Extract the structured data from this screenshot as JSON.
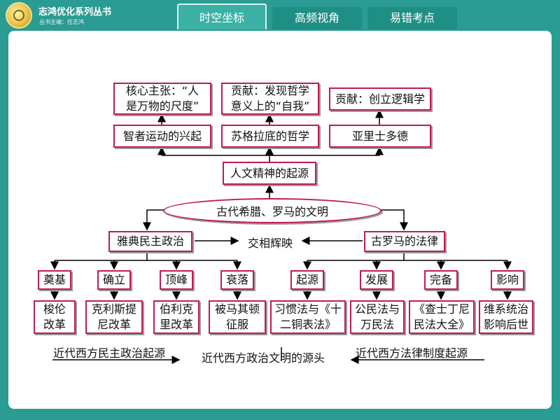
{
  "header": {
    "series_title": "志鸿优化系列丛书",
    "series_editor": "丛书主编：任志鸿",
    "tabs": [
      "时空坐标",
      "高频视角",
      "易错考点"
    ],
    "active_tab": 0
  },
  "diagram": {
    "top_contributions": [
      "核心主张：“人是万物的尺度”",
      "贡献：发现哲学意义上的“自我”",
      "贡献：创立逻辑学"
    ],
    "top_contribution_lines": [
      [
        "核心主张：“人",
        "是万物的尺度”"
      ],
      [
        "贡献：发现哲学",
        "意义上的“自我”"
      ],
      [
        "贡献：创立逻辑学"
      ]
    ],
    "thinkers": [
      "智者运动的兴起",
      "苏格拉底的哲学",
      "亚里士多德"
    ],
    "humanism_origin": "人文精神的起源",
    "center": "古代希腊、罗马的文明",
    "athens": "雅典民主政治",
    "mutual": "交相辉映",
    "rome_law": "古罗马的法律",
    "athens_stages": [
      "奠基",
      "确立",
      "顶峰",
      "衰落"
    ],
    "athens_stage_details": [
      [
        "梭伦",
        "改革"
      ],
      [
        "克利斯提",
        "尼改革"
      ],
      [
        "伯利克",
        "里改革"
      ],
      [
        "被马其顿",
        "征服"
      ]
    ],
    "rome_stages": [
      "起源",
      "发展",
      "完备",
      "影响"
    ],
    "rome_stage_details": [
      [
        "习惯法与《十",
        "二铜表法》"
      ],
      [
        "公民法与",
        "万民法"
      ],
      [
        "《查士丁尼",
        "民法大全》"
      ],
      [
        "维系统治",
        "影响后世"
      ]
    ],
    "bottom_left": "近代西方民主政治起源",
    "bottom_center": "近代西方政治文明的源头",
    "bottom_right": "近代西方法律制度起源"
  },
  "colors": {
    "header_bg": "#2a9c93",
    "box_border": "#c2185b",
    "line": "#000000"
  }
}
